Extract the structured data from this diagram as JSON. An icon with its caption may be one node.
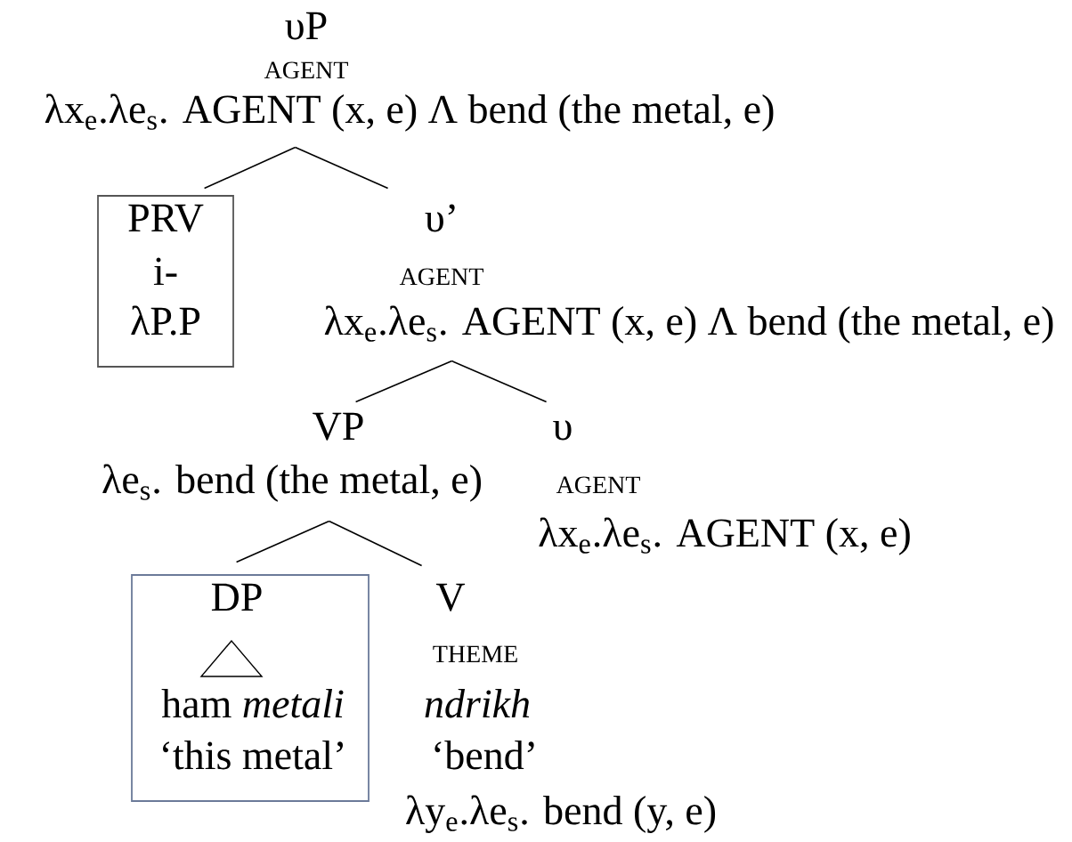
{
  "diagram": {
    "nodes": [
      {
        "text": [
          "υP",
          "AGENT",
          "λx$_{e}$.λe$_{s}$. AGENT (x, e) Λ bend (the metal, e)"
        ]
      },
      {
        "text": [
          "PRV",
          "i-",
          "λP.P"
        ]
      },
      {
        "text": [
          "υ’",
          "AGENT",
          "λx$_{e}$.λe$_{s}$. AGENT (x, e) Λ bend (the metal, e)"
        ]
      },
      {
        "text": [
          "VP",
          "λe$_{s}$. bend (the metal, e)"
        ]
      },
      {
        "text": [
          "υ",
          "AGENT",
          "λx$_{e}$.λe$_{s}$. AGENT (x, e)"
        ]
      },
      {
        "text": [
          "DP",
          "ham *metali*",
          "‘this metal’"
        ]
      },
      {
        "text": [
          "V",
          "THEME",
          "ndrikh",
          "‘bend’",
          "λy$_{e}$.λe$_{s}$. bend (y, e)"
        ]
      }
    ],
    "edges": [
      {
        "from": 0,
        "to": 1,
        "arrow": "none"
      },
      {
        "from": 0,
        "to": 2,
        "arrow": "none"
      },
      {
        "from": 2,
        "to": 3,
        "arrow": "none"
      },
      {
        "from": 2,
        "to": 4,
        "arrow": "none"
      },
      {
        "from": 3,
        "to": 5,
        "arrow": "none"
      },
      {
        "from": 3,
        "to": 6,
        "arrow": "none"
      }
    ]
  }
}
